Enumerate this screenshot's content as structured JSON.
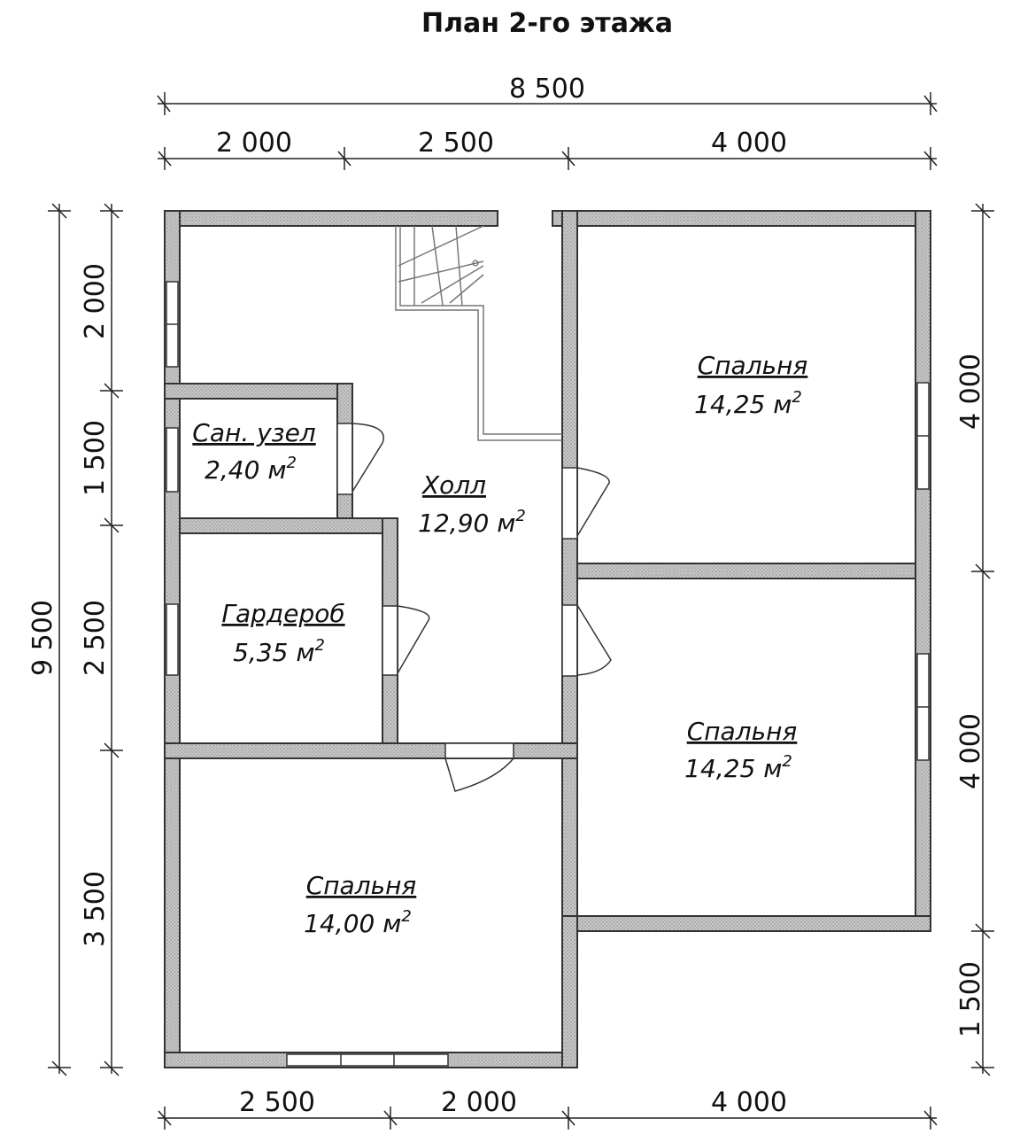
{
  "title": "План 2-го этажа",
  "dimensions": {
    "top_total": "8 500",
    "top_segments": [
      "2 000",
      "2 500",
      "4 000"
    ],
    "bottom_segments": [
      "2 500",
      "2 000",
      "4 000"
    ],
    "left_total": "9 500",
    "left_segments": [
      "2 000",
      "1 500",
      "2 500",
      "3 500"
    ],
    "right_segments": [
      "4 000",
      "4 000",
      "1 500"
    ]
  },
  "rooms": {
    "bathroom": {
      "name": "Сан. узел",
      "area": "2,40 м",
      "sup": "2"
    },
    "hall": {
      "name": "Холл",
      "area": "12,90 м",
      "sup": "2"
    },
    "wardrobe": {
      "name": "Гардероб",
      "area": "5,35 м",
      "sup": "2"
    },
    "bedroom_top_right": {
      "name": "Спальня",
      "area": "14,25 м",
      "sup": "2"
    },
    "bedroom_mid_right": {
      "name": "Спальня",
      "area": "14,25 м",
      "sup": "2"
    },
    "bedroom_bottom_left": {
      "name": "Спальня",
      "area": "14,00 м",
      "sup": "2"
    }
  }
}
